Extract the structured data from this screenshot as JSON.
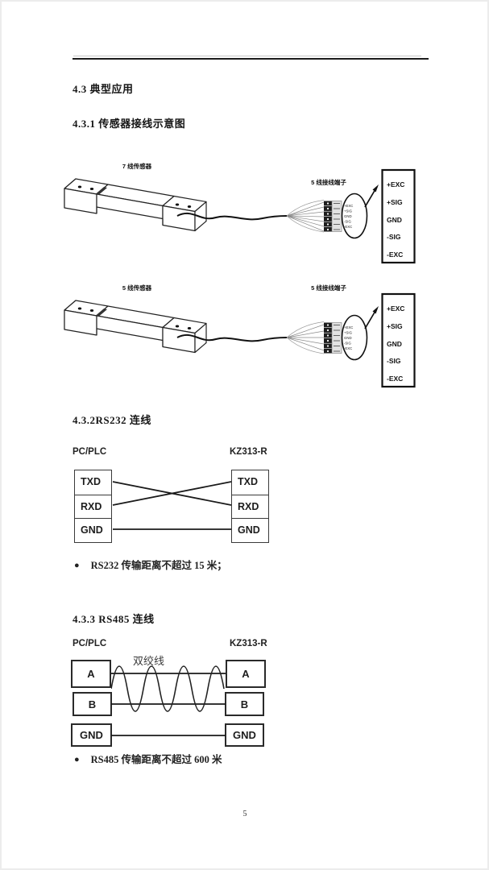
{
  "page": {
    "number": "5"
  },
  "headings": {
    "sec43": "4.3 典型应用",
    "sec431": "4.3.1 传感器接线示意图",
    "sec432": "4.3.2RS232 连线",
    "sec433": "4.3.3 RS485 连线"
  },
  "sensor_diagrams": [
    {
      "sensor_label": "7 线传感器",
      "terminal_label": "5 线接线端子",
      "pins": [
        "+EXC",
        "+SIG",
        "GND",
        "-SIG",
        "-EXC"
      ]
    },
    {
      "sensor_label": "5 线传感器",
      "terminal_label": "5 线接线端子",
      "pins": [
        "+EXC",
        "+SIG",
        "GND",
        "-SIG",
        "-EXC"
      ]
    }
  ],
  "rs232": {
    "left_device": "PC/PLC",
    "right_device": "KZ313-R",
    "left_pins": [
      "TXD",
      "RXD",
      "GND"
    ],
    "right_pins": [
      "TXD",
      "RXD",
      "GND"
    ],
    "note": {
      "bullet": "●",
      "text": "RS232 传输距离不超过 15 米；"
    }
  },
  "rs485": {
    "left_device": "PC/PLC",
    "right_device": "KZ313-R",
    "twisted_pair_label": "双绞线",
    "left_pins": [
      "A",
      "B",
      "GND"
    ],
    "right_pins": [
      "A",
      "B",
      "GND"
    ],
    "note": {
      "bullet": "●",
      "text": "RS485 传输距离不超过 600 米"
    }
  },
  "colors": {
    "ink": "#1a1a1a",
    "rule": "#1c1c1c",
    "paper": "#ffffff"
  }
}
